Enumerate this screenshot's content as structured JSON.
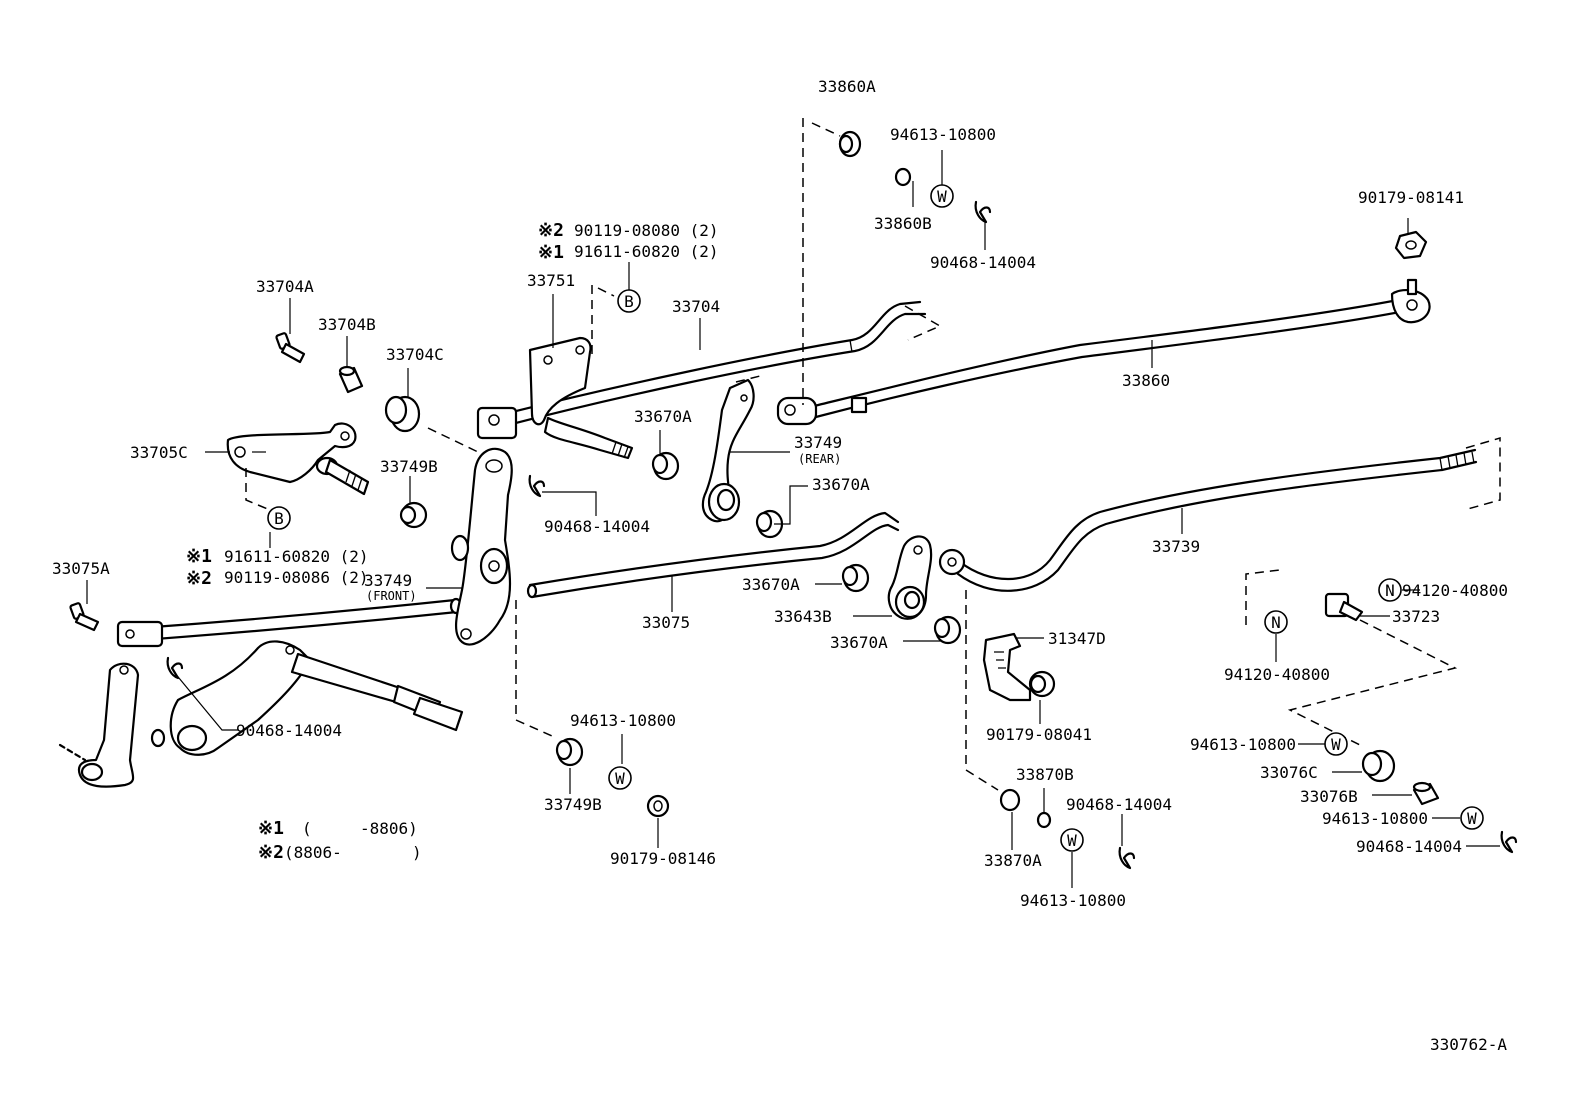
{
  "labels": {
    "l01": "33860A",
    "l02": "94613-10800",
    "l03": "33860B",
    "l04": "90468-14004",
    "l05": "90179-08141",
    "l06": "90119-08080 (2)",
    "l07": "91611-60820 (2)",
    "l08": "33751",
    "l09": "33704",
    "l10": "33704A",
    "l11": "33704B",
    "l12": "33704C",
    "l13": "33860",
    "l14": "33670A",
    "l15": "33749",
    "l16": "(REAR)",
    "l17": "33705C",
    "l18": "33749B",
    "l19": "90468-14004",
    "l20": "33670A",
    "l21": "33739",
    "l22": "91611-60820 (2)",
    "l23": "90119-08086 (2)",
    "l24": "33075A",
    "l25": "33749",
    "l26": "(FRONT)",
    "l27": "33670A",
    "l28": "33075",
    "l29": "33643B",
    "l30": "94120-40800",
    "l31": "33723",
    "l32": "33670A",
    "l33": "31347D",
    "l34": "94120-40800",
    "l35": "90468-14004",
    "l36": "94613-10800",
    "l37": "90179-08041",
    "l38": "94613-10800",
    "l39": "33870B",
    "l40": "33076C",
    "l41": "90468-14004",
    "l42": "33749B",
    "l43": "33076B",
    "l44": "94613-10800",
    "l45": "90179-08146",
    "l46": "33870A",
    "l47": "90468-14004",
    "l48": "94613-10800",
    "l49": "-8806)",
    "l50": "(8806-",
    "l51": ")",
    "l52": "(",
    "fig": "330762-A"
  },
  "marks": {
    "note2_top": "※2",
    "note1_top": "※1",
    "note1_mid": "※1",
    "note2_mid": "※2",
    "note1_bot": "※1",
    "note2_bot": "※2"
  },
  "symbols": {
    "b": "B",
    "w": "W",
    "n": "N"
  }
}
